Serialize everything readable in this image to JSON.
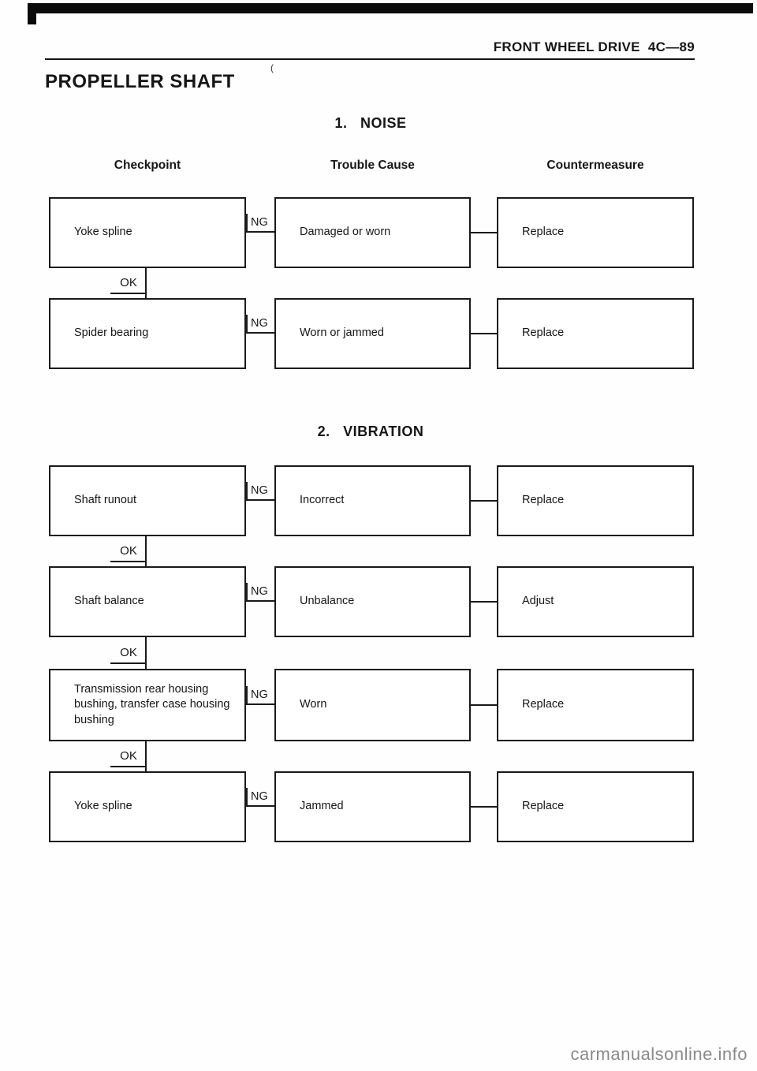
{
  "page": {
    "header": "FRONT WHEEL DRIVE  4C—89",
    "title": "PROPELLER SHAFT",
    "stray_mark": "("
  },
  "sections": [
    {
      "title": "1.   NOISE",
      "column_headers": {
        "checkpoint": "Checkpoint",
        "cause": "Trouble Cause",
        "countermeasure": "Countermeasure"
      },
      "rows": [
        {
          "checkpoint": "Yoke spline",
          "ng": "NG",
          "cause": "Damaged or worn",
          "countermeasure": "Replace",
          "ok": "OK"
        },
        {
          "checkpoint": "Spider bearing",
          "ng": "NG",
          "cause": "Worn or jammed",
          "countermeasure": "Replace"
        }
      ]
    },
    {
      "title": "2.   VIBRATION",
      "rows": [
        {
          "checkpoint": "Shaft runout",
          "ng": "NG",
          "cause": "Incorrect",
          "countermeasure": "Replace",
          "ok": "OK"
        },
        {
          "checkpoint": "Shaft balance",
          "ng": "NG",
          "cause": "Unbalance",
          "countermeasure": "Adjust",
          "ok": "OK"
        },
        {
          "checkpoint": "Transmission rear housing bushing, transfer case housing bushing",
          "ng": "NG",
          "cause": "Worn",
          "countermeasure": "Replace",
          "ok": "OK"
        },
        {
          "checkpoint": "Yoke spline",
          "ng": "NG",
          "cause": "Jammed",
          "countermeasure": "Replace"
        }
      ]
    }
  ],
  "watermark": "carmanualsonline.info"
}
